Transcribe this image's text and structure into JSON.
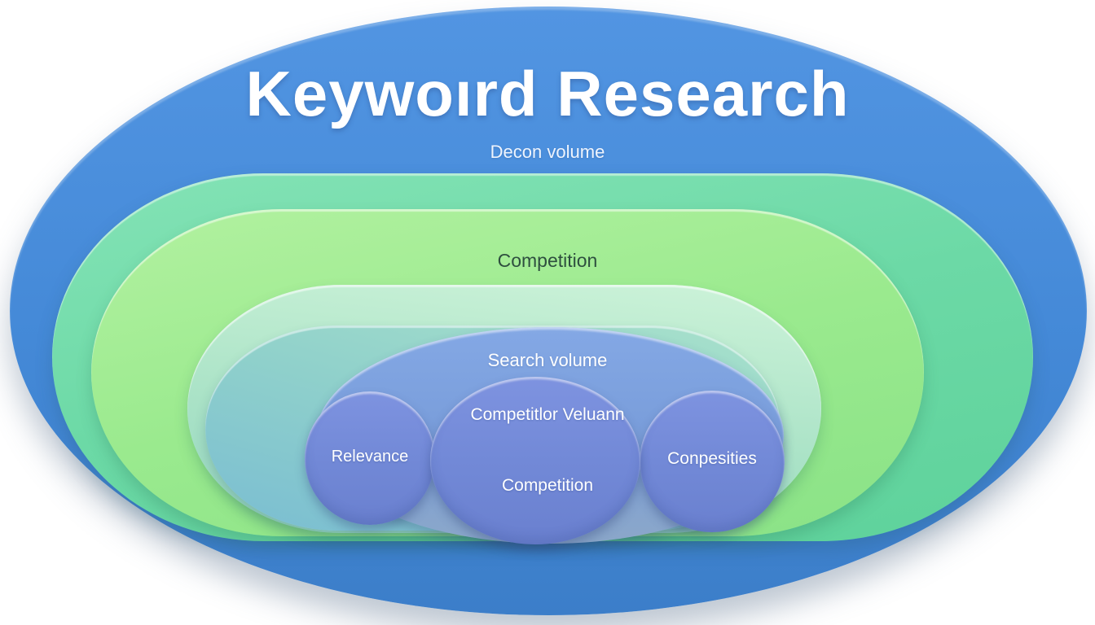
{
  "diagram": {
    "title": "Keywoırd Research",
    "subtitle": "Decon volume",
    "layer_labels": {
      "competition": "Competition",
      "search_volume": "Search volume"
    },
    "nodes": {
      "center_top": "Competitlor Veluann",
      "center_bottom": "Competition",
      "left": "Relevance",
      "right": "Conpesities"
    },
    "colors": {
      "outer_blue": "#4489d7",
      "mint_green": "#6cd9a6",
      "light_green": "#9aea8e",
      "seafoam": "#abe3c7",
      "teal": "#8fd0cb",
      "inner_blue": "#7a9edb",
      "periwinkle": "#7289d7",
      "competition_text": "#2e4f3f",
      "light_text": "#ffffff",
      "background": "#ffffff"
    }
  }
}
